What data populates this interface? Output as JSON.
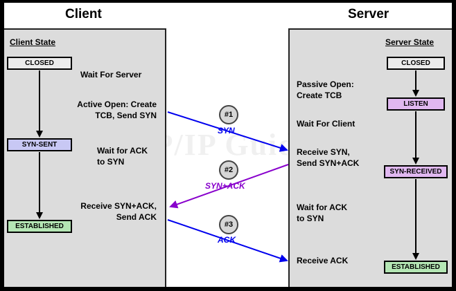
{
  "headers": {
    "client": "Client",
    "server": "Server"
  },
  "client": {
    "state_title": "Client State",
    "states": [
      "CLOSED",
      "SYN-SENT",
      "ESTABLISHED"
    ],
    "steps": [
      [
        "Wait For Server"
      ],
      [
        "Active Open: Create",
        "TCB, Send SYN"
      ],
      [
        "Wait for ACK",
        "to SYN"
      ],
      [
        "Receive SYN+ACK,",
        "Send ACK"
      ]
    ]
  },
  "server": {
    "state_title": "Server State",
    "states": [
      "CLOSED",
      "LISTEN",
      "SYN-RECEIVED",
      "ESTABLISHED"
    ],
    "steps": [
      [
        "Passive Open:",
        "Create TCB"
      ],
      [
        "Wait For Client"
      ],
      [
        "Receive SYN,",
        "Send SYN+ACK"
      ],
      [
        "Wait for ACK",
        "to SYN"
      ],
      [
        "Receive ACK"
      ]
    ]
  },
  "messages": [
    {
      "number": "#1",
      "label": "SYN",
      "direction": "client-to-server",
      "color": "#0000ee"
    },
    {
      "number": "#2",
      "label": "SYN+ACK",
      "direction": "server-to-client",
      "color": "#8800cc"
    },
    {
      "number": "#3",
      "label": "ACK",
      "direction": "client-to-server",
      "color": "#0000ee"
    }
  ],
  "watermark": "The TCP/IP Guide",
  "colors": {
    "panel": "#dcdcdc",
    "closed_box": "#ececec",
    "syn_sent_box": "#c8c8f4",
    "listen_box": "#e0b8f0",
    "syn_received_box": "#e0b8f0",
    "established_box": "#b4e6b4",
    "arrow_blue": "#0000ee",
    "arrow_purple": "#8800cc"
  }
}
